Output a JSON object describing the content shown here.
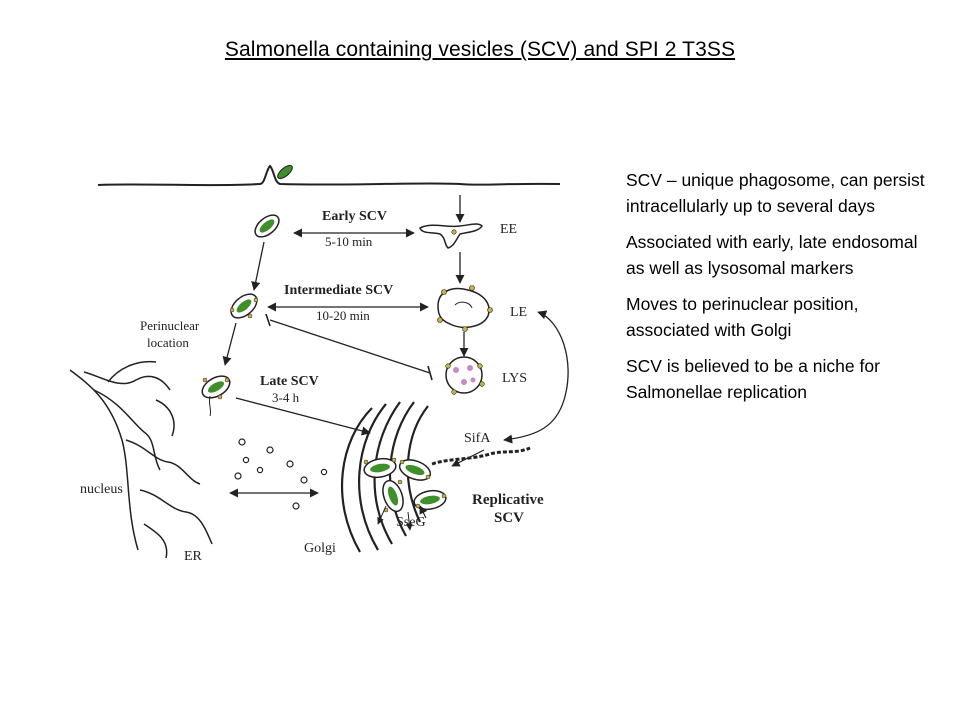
{
  "title": "Salmonella containing vesicles (SCV) and SPI 2 T3SS",
  "diagram": {
    "early_scv": "Early SCV",
    "early_time": "5-10 min",
    "intermediate_scv": "Intermediate SCV",
    "intermediate_time": "10-20 min",
    "late_scv": "Late SCV",
    "late_time": "3-4 h",
    "ee": "EE",
    "le": "LE",
    "lys": "LYS",
    "perinuclear_1": "Perinuclear",
    "perinuclear_2": "location",
    "nucleus": "nucleus",
    "er": "ER",
    "golgi": "Golgi",
    "sifa": "SifA",
    "sseg": "SseG",
    "replicative_1": "Replicative",
    "replicative_2": "SCV"
  },
  "bullets": [
    "SCV – unique phagosome, can persist intracellularly up to several days",
    "Associated with early, late endosomal as well as lysosomal markers",
    "Moves to perinuclear position, associated with Golgi",
    "SCV is believed to be a niche for Salmonellae replication"
  ],
  "colors": {
    "bacterium": "#3f8f2a",
    "marker": "#c9b24a",
    "lysosome_content": "#c48ac4"
  }
}
